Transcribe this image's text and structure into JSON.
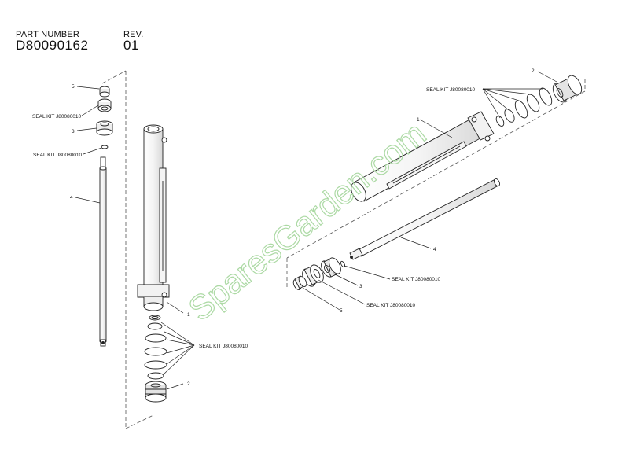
{
  "header": {
    "part_number_label": "PART NUMBER",
    "part_number_value": "D80090162",
    "rev_label": "REV.",
    "rev_value": "01"
  },
  "watermark": {
    "text": "SparesGarden.com",
    "color": "#a8d8a0"
  },
  "left_assembly": {
    "callouts": {
      "nut": "5",
      "seal_kit_top": "SEAL KIT J80080010",
      "gland": "3",
      "seal_kit_oring": "SEAL KIT J80080010",
      "rod": "4",
      "barrel": "1",
      "seal_kit_bottom": "SEAL KIT J80080010",
      "piston": "2"
    }
  },
  "right_assembly": {
    "callouts": {
      "piston": "2",
      "seal_kit_top": "SEAL KIT J80080010",
      "barrel": "1",
      "rod": "4",
      "seal_kit_gland": "SEAL KIT J80080010",
      "gland": "3",
      "seal_kit_nut": "SEAL KIT J80080010",
      "nut": "5"
    }
  },
  "colors": {
    "line": "#222222",
    "dash": "#555555"
  }
}
